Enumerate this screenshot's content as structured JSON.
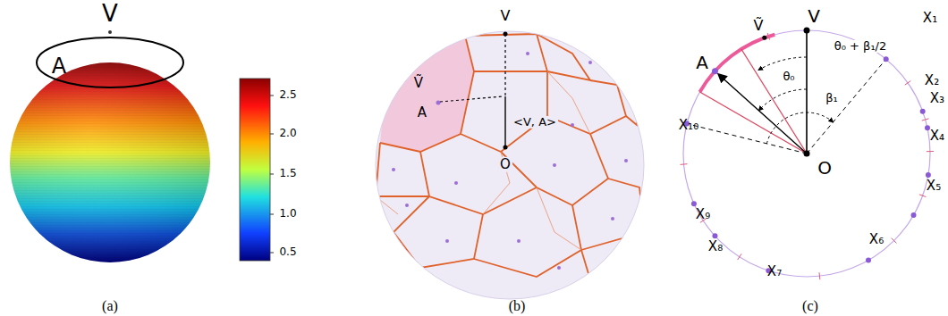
{
  "diagram": {
    "labels": [
      "V",
      "A",
      "2.5",
      "2.0",
      "1.5",
      "1.0",
      "0.5",
      "(a)",
      "V",
      "Ṽ",
      "A",
      "<V, A>",
      "O",
      "(b)",
      "V",
      "X₁",
      "X₂",
      "X₃",
      "X₄",
      "X₅",
      "X₆",
      "X₇",
      "X₈",
      "X₉",
      "X₁₀",
      "Ṽ",
      "A",
      "θ₀ + β₁/2",
      "θ₀",
      "β₁",
      "O",
      "(c)"
    ]
  }
}
